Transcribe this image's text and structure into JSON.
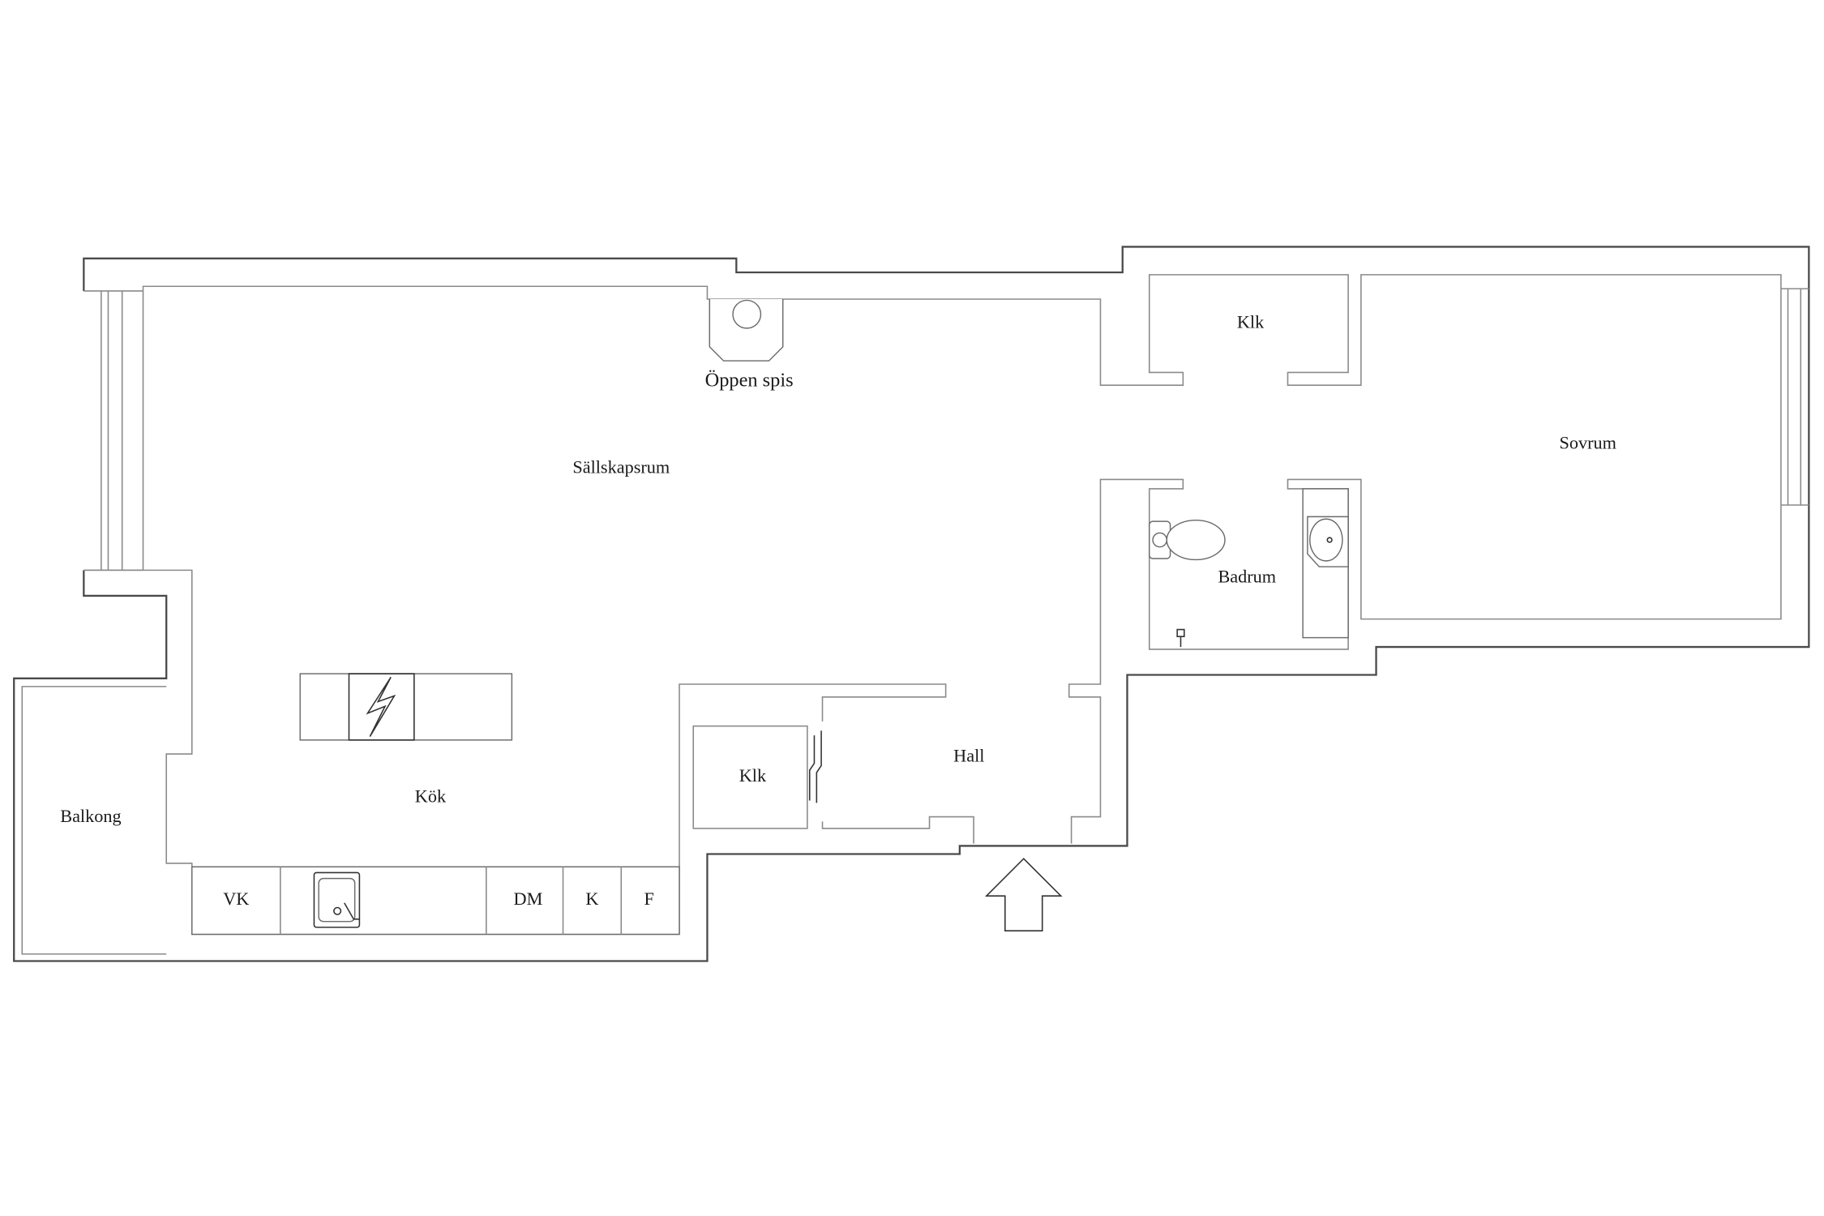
{
  "plan": {
    "rooms": {
      "fireplace": "Öppen spis",
      "living_room": "Sällskapsrum",
      "closet_top": "Klk",
      "bedroom": "Sovrum",
      "bathroom": "Badrum",
      "hall": "Hall",
      "closet_hall": "Klk",
      "kitchen": "Kök",
      "balcony": "Balkong"
    },
    "kitchen_units": {
      "dishwasher_vk": "VK",
      "dm": "DM",
      "k": "K",
      "f": "F"
    }
  },
  "icons": [
    "fireplace-icon",
    "stove-icon",
    "sink-icon",
    "toilet-icon",
    "washbasin-icon",
    "entry-arrow-icon"
  ],
  "colors": {
    "background": "#ffffff",
    "wall": "#4a4a4a",
    "text": "#1a1a1a"
  }
}
